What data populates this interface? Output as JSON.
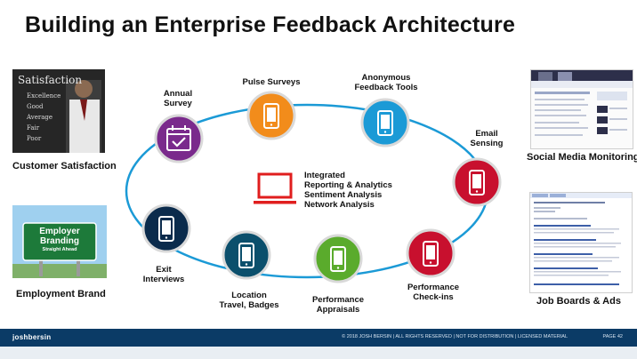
{
  "title": "Building an Enterprise Feedback Architecture",
  "center": {
    "lines": [
      "Integrated",
      "Reporting & Analytics",
      "Sentiment Analysis",
      "Network Analysis"
    ],
    "icon": "laptop-icon"
  },
  "nodes": [
    {
      "id": "annual-survey",
      "lines": [
        "Annual",
        "Survey"
      ],
      "color": "#7a2a8c",
      "icon": "calendar-check-icon"
    },
    {
      "id": "pulse-surveys",
      "lines": [
        "Pulse Surveys"
      ],
      "color": "#f28c1b",
      "icon": "mobile-icon"
    },
    {
      "id": "anonymous-feedback-tools",
      "lines": [
        "Anonymous",
        "Feedback Tools"
      ],
      "color": "#1b9ad6",
      "icon": "mobile-icon"
    },
    {
      "id": "email-sensing",
      "lines": [
        "Email",
        "Sensing"
      ],
      "color": "#c8102e",
      "icon": "mobile-icon"
    },
    {
      "id": "performance-check-ins",
      "lines": [
        "Performance",
        "Check-ins"
      ],
      "color": "#c8102e",
      "icon": "mobile-icon"
    },
    {
      "id": "performance-appraisals",
      "lines": [
        "Performance",
        "Appraisals"
      ],
      "color": "#5aab2c",
      "icon": "mobile-icon"
    },
    {
      "id": "location-travel-badges",
      "lines": [
        "Location",
        "Travel, Badges"
      ],
      "color": "#0b4f6c",
      "icon": "mobile-icon"
    },
    {
      "id": "exit-interviews",
      "lines": [
        "Exit",
        "Interviews"
      ],
      "color": "#0b2b4c",
      "icon": "mobile-icon"
    }
  ],
  "sides": {
    "customer_satisfaction": {
      "label": "Customer Satisfaction",
      "board_title": "Satisfaction",
      "items": [
        "Excellence",
        "Good",
        "Average",
        "Fair",
        "Poor"
      ]
    },
    "employment_brand": {
      "label": "Employment Brand",
      "sign_lines": [
        "Employer",
        "Branding"
      ],
      "sign_sub": "Straight Ahead"
    },
    "social_media_monitoring": {
      "label": "Social Media Monitoring"
    },
    "job_boards_ads": {
      "label": "Job Boards & Ads"
    }
  },
  "footer": {
    "brand": "joshbersin",
    "text": "© 2018 JOSH BERSIN | ALL RIGHTS RESERVED | NOT FOR DISTRIBUTION | LICENSED MATERIAL",
    "page": "PAGE 42"
  }
}
